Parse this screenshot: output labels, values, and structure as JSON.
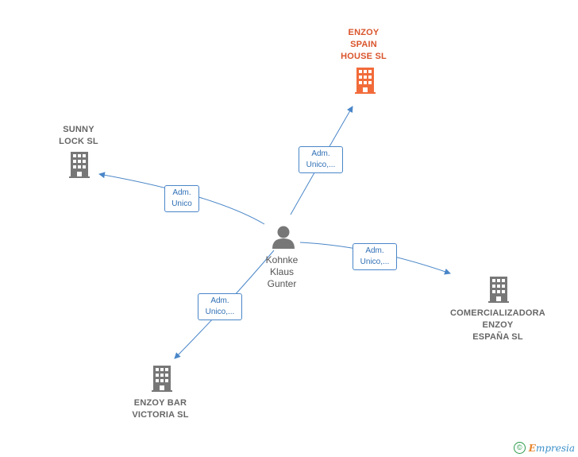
{
  "nodes": {
    "enzoy_spain": {
      "label": [
        "ENZOY",
        "SPAIN",
        "HOUSE SL"
      ],
      "type": "company",
      "highlight": true
    },
    "sunny_lock": {
      "label": [
        "SUNNY",
        "LOCK SL"
      ],
      "type": "company"
    },
    "comercializadora": {
      "label": [
        "COMERCIALIZADORA",
        "ENZOY",
        "ESPAÑA SL"
      ],
      "type": "company"
    },
    "enzoy_bar": {
      "label": [
        "ENZOY BAR",
        "VICTORIA SL"
      ],
      "type": "company"
    },
    "kohnke": {
      "label": [
        "Kohnke",
        "Klaus",
        "Gunter"
      ],
      "type": "person"
    }
  },
  "edges": {
    "to_enzoy_spain": [
      "Adm.",
      "Unico,..."
    ],
    "to_sunny_lock": [
      "Adm.",
      "Unico"
    ],
    "to_comercializadora": [
      "Adm.",
      "Unico,..."
    ],
    "to_enzoy_bar": [
      "Adm.",
      "Unico,..."
    ]
  },
  "footer": {
    "copyright_symbol": "©",
    "brand_initial": "E",
    "brand_rest": "mpresia"
  },
  "colors": {
    "edge": "#4a86c8",
    "main_node": "#f26b3a",
    "node": "#777777"
  }
}
